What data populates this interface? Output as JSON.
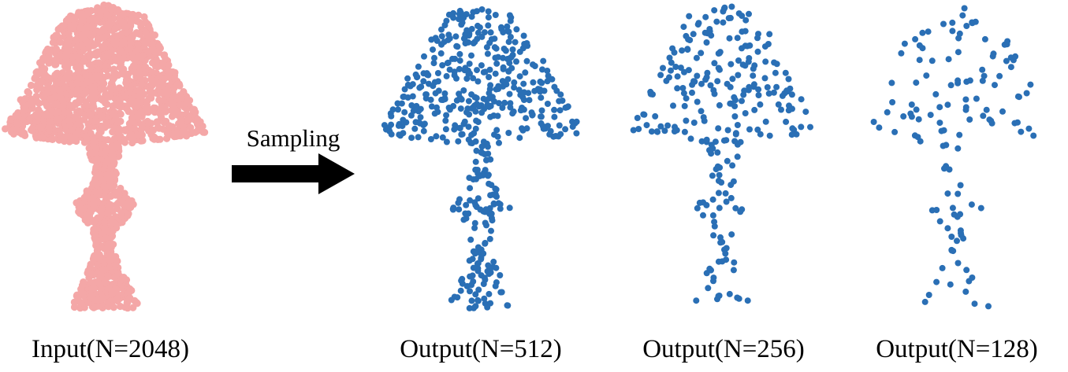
{
  "colors": {
    "input_points": "#f4a7a7",
    "output_points": "#2a6fb5",
    "arrow": "#000000",
    "text": "#000000",
    "background": "#ffffff"
  },
  "arrow": {
    "label": "Sampling"
  },
  "panels": [
    {
      "id": "input",
      "caption": "Input(N=2048)",
      "point_count": 2048,
      "role": "input"
    },
    {
      "id": "output-512",
      "caption": "Output(N=512)",
      "point_count": 512,
      "role": "output"
    },
    {
      "id": "output-256",
      "caption": "Output(N=256)",
      "point_count": 256,
      "role": "output"
    },
    {
      "id": "output-128",
      "caption": "Output(N=128)",
      "point_count": 128,
      "role": "output"
    }
  ]
}
